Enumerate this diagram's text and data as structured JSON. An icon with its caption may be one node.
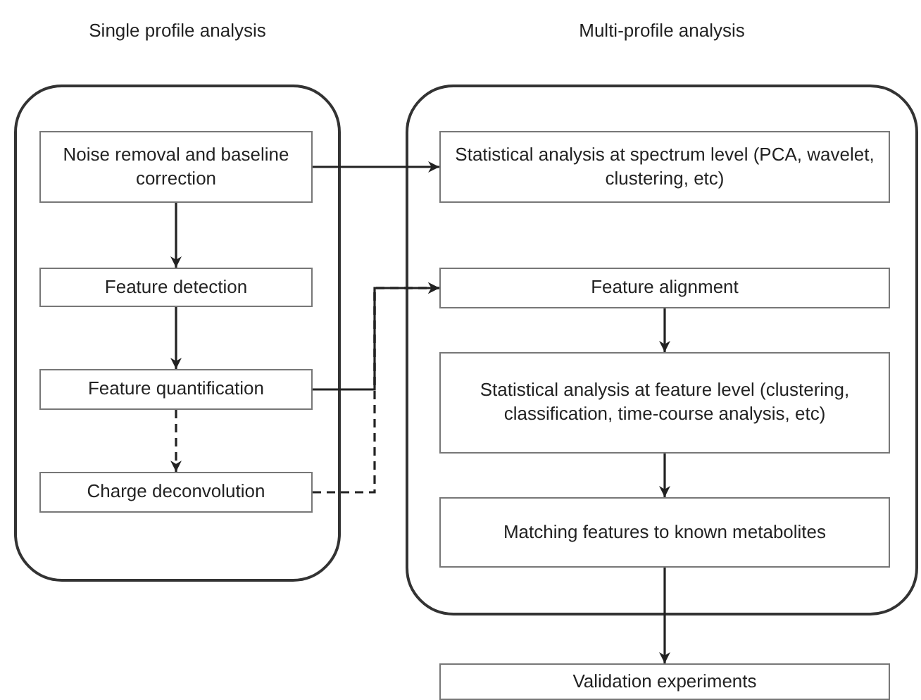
{
  "diagram": {
    "nodes": [
      {
        "text": [
          "Single profile analysis"
        ]
      },
      {
        "text": [
          "Noise removal and baseline correction"
        ],
        "in": 0
      },
      {
        "text": [
          "Feature detection"
        ],
        "in": 0
      },
      {
        "text": [
          "Feature quantification"
        ],
        "in": 0
      },
      {
        "text": [
          "Charge deconvolution"
        ],
        "in": 0
      },
      {
        "text": [
          "Multi-profile analysis"
        ]
      },
      {
        "text": [
          "Statistical analysis at spectrum level (PCA, wavelet, clustering, etc)"
        ],
        "in": 5
      },
      {
        "text": [
          "Feature alignment"
        ],
        "in": 5
      },
      {
        "text": [
          "Statistical analysis at feature level (clustering, classification, time-course analysis, etc)"
        ],
        "in": 5
      },
      {
        "text": [
          "Matching features to known metabolites"
        ],
        "in": 5
      },
      {
        "text": [
          "Validation experiments"
        ]
      }
    ],
    "edges": [
      {
        "from": 1,
        "to": 2,
        "arrow": "to"
      },
      {
        "from": 2,
        "to": 3,
        "arrow": "to"
      },
      {
        "from": 3,
        "to": 4,
        "arrow": "to",
        "style": "dashed"
      },
      {
        "from": 1,
        "to": 6,
        "arrow": "to"
      },
      {
        "from": 4,
        "to": 7,
        "arrow": "to",
        "style": "dashed"
      },
      {
        "from": 3,
        "to": 7,
        "arrow": "to"
      },
      {
        "from": 7,
        "to": 8,
        "arrow": "to"
      },
      {
        "from": 8,
        "to": 9,
        "arrow": "to"
      },
      {
        "from": 9,
        "to": 10,
        "arrow": "to"
      }
    ]
  }
}
